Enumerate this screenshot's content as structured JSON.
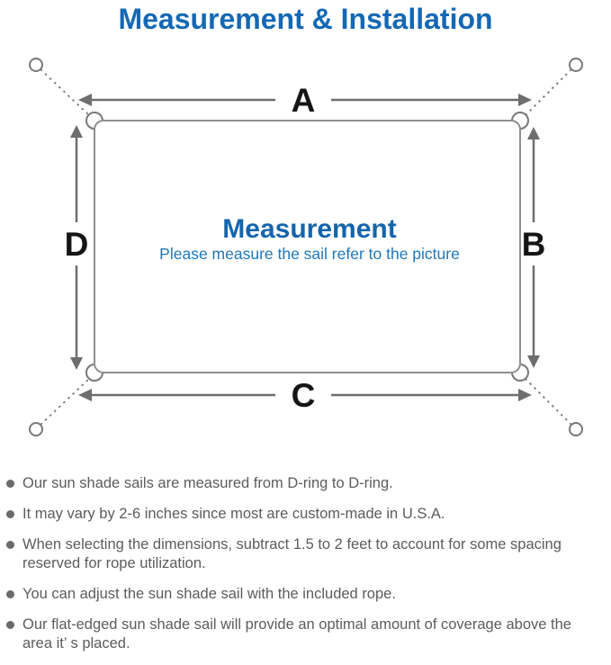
{
  "title": {
    "text": "Measurement & Installation",
    "color": "#1568b4"
  },
  "diagram": {
    "labels": {
      "top": "A",
      "right": "B",
      "bottom": "C",
      "left": "D"
    },
    "center_heading": "Measurement",
    "center_subtitle": "Please measure the sail refer to the picture",
    "colors": {
      "outline": "#8f8f8f",
      "arrow": "#6e6e6e",
      "label": "#151515",
      "heading": "#1465ad",
      "subtitle": "#2177b9",
      "anchor": "#787878"
    }
  },
  "notes": {
    "items": [
      "Our sun shade sails are measured from D-ring to D-ring.",
      "It may vary by 2-6 inches since most are custom-made in U.S.A.",
      "When selecting the dimensions, subtract 1.5 to 2 feet to account for some spacing reserved for rope utilization.",
      "You can adjust the sun shade sail with the included rope.",
      "Our flat-edged sun shade sail will provide an optimal amount of coverage above the area it’ s placed."
    ]
  }
}
